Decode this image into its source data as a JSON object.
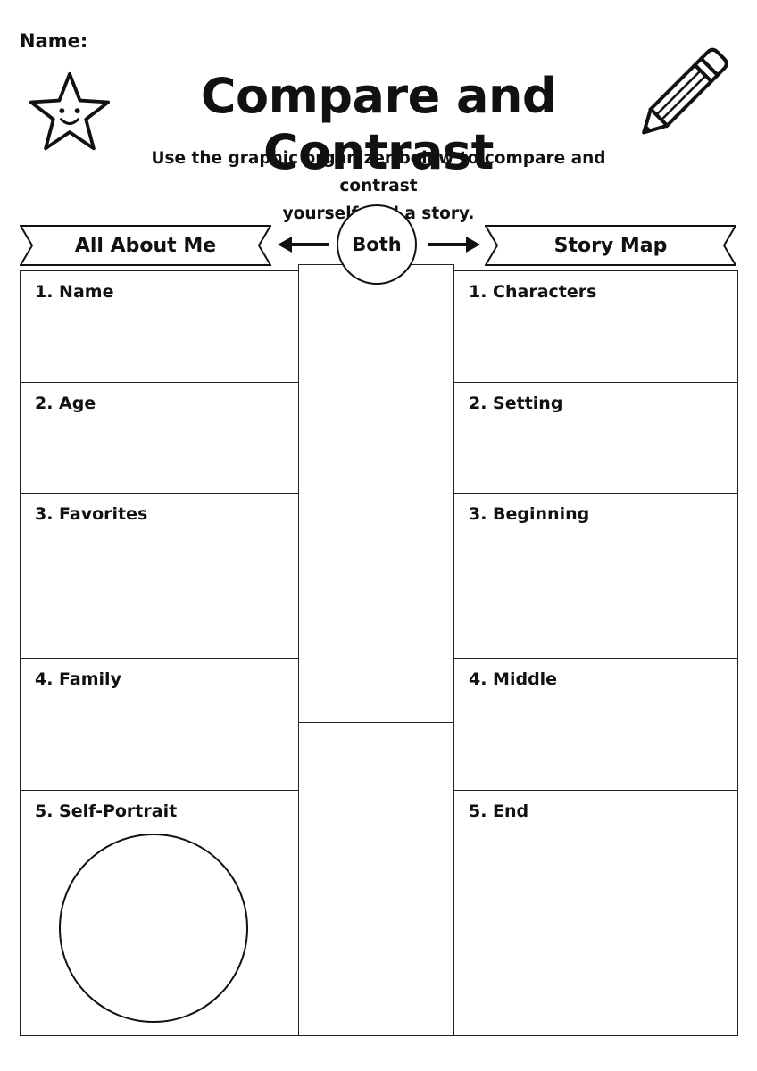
{
  "header": {
    "name_label": "Name:",
    "title": "Compare and Contrast",
    "instructions_line1": "Use the graphic organizer below to compare and contrast",
    "instructions_line2": "yourself and a story."
  },
  "organizer": {
    "left_banner": "All About Me",
    "center_label": "Both",
    "right_banner": "Story Map",
    "left_items": [
      "1. Name",
      "2. Age",
      "3. Favorites",
      "4. Family",
      "5. Self-Portrait"
    ],
    "right_items": [
      "1. Characters",
      "2. Setting",
      "3. Beginning",
      "4. Middle",
      "5. End"
    ]
  },
  "icons": {
    "star": "smiling-star-icon",
    "pencil": "pencil-icon",
    "arrow_left": "arrow-left-icon",
    "arrow_right": "arrow-right-icon"
  },
  "colors": {
    "ink": "#111111",
    "paper": "#ffffff"
  }
}
